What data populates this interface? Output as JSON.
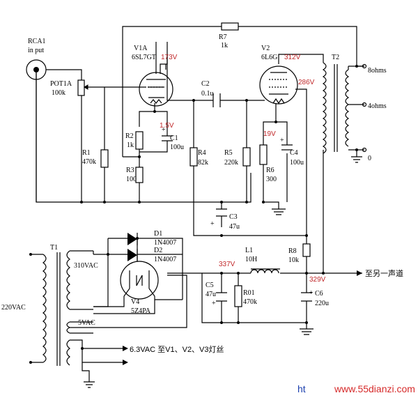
{
  "labels": {
    "rca1": "RCA1",
    "rca1_sub": "in put",
    "pot1a": "POT1A",
    "pot1a_val": "100k",
    "v1a": "V1A",
    "v1a_type": "6SL7GT",
    "v1a_volt": "173V",
    "r7": "R7",
    "r7_val": "1k",
    "v2": "V2",
    "v2_type": "6L6G",
    "v2_volt": "312V",
    "v2_screen_volt": "286V",
    "t2": "T2",
    "tap_8": "8ohms",
    "tap_4": "4ohms",
    "tap_0": "0",
    "c2": "C2",
    "c2_val": "0.1u",
    "cathode_volt": "1.5V",
    "r2": "R2",
    "r2_val": "1k",
    "c1": "C1",
    "c1_val": "100u",
    "r1": "R1",
    "r1_val": "470k",
    "r4": "R4",
    "r4_val": "82k",
    "r5": "R5",
    "r5_val": "220k",
    "v2_cathode_volt": "19V",
    "c4": "C4",
    "c4_val": "100u",
    "r6": "R6",
    "r6_val": "300",
    "r3": "R3",
    "r3_val": "100",
    "c3": "C3",
    "c3_val": "47u",
    "d1": "D1",
    "d1_val": "1N4007",
    "d2": "D2",
    "d2_val": "1N4007",
    "t1": "T1",
    "t1_hv": "310VAC",
    "t1_primary": "220VAC",
    "v4": "V4",
    "v4_type": "5Z4PA",
    "t1_5v": "5VAC",
    "heater": "6.3VAC 至V1、V2、V3灯丝",
    "b_volt": "337V",
    "l1": "L1",
    "l1_val": "10H",
    "r8": "R8",
    "r8_val": "10k",
    "out_volt": "329V",
    "out_label": "至另一声道",
    "c5": "C5",
    "c5_val": "47u",
    "r01": "R01",
    "r01_val": "470k",
    "c6": "C6",
    "c6_val": "220u",
    "plus": "+"
  },
  "watermark": {
    "left": "ht",
    "right": "www.55dianzi.com"
  },
  "colors": {
    "voltage": "#c0282a",
    "watermark_blue": "#1b3fae",
    "watermark_red": "#d62a2a"
  }
}
